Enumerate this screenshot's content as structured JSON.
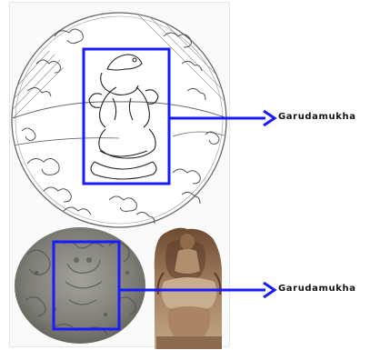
{
  "annotations": [
    {
      "label": "Garudamukha"
    },
    {
      "label": "Garudamukha"
    }
  ],
  "colors": {
    "highlight": "#1a1aff",
    "arrow": "#1a1aff",
    "sketch_line": "#555555",
    "stone": "#8a8a84",
    "sculpture": "#a07c5c"
  },
  "images": [
    {
      "name": "line-drawing-medallion"
    },
    {
      "name": "stone-medallion-photo"
    },
    {
      "name": "sculpture-photo"
    }
  ]
}
